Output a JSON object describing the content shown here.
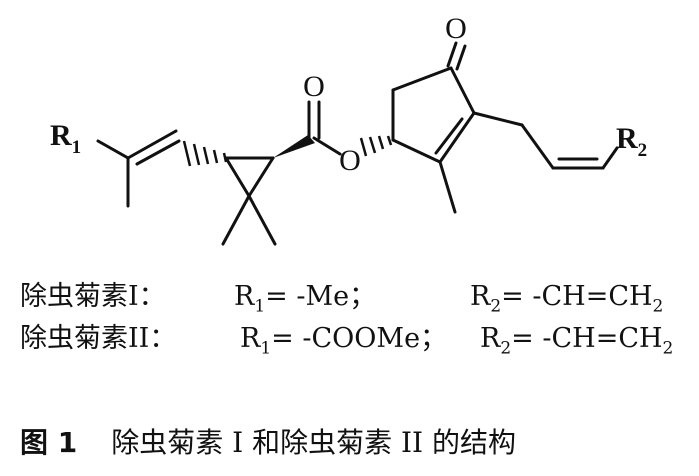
{
  "structure": {
    "atoms": {
      "ketone_o": "O",
      "ester_carbonyl_o": "O",
      "ester_o": "O",
      "r1_symbol": "R",
      "r1_sub": "1",
      "r2_symbol": "R",
      "r2_sub": "2"
    }
  },
  "legend": [
    {
      "name": "除虫菊素I：",
      "r1_prefix": "R",
      "r1_sub": "1",
      "r1_value": "= -Me；",
      "r2_prefix": "R",
      "r2_sub": "2",
      "r2_value": "= -CH=CH",
      "r2_tail_sub": "2"
    },
    {
      "name": "除虫菊素II：",
      "r1_prefix": "R",
      "r1_sub": "1",
      "r1_value": "= -COOMe；",
      "r2_prefix": "R",
      "r2_sub": "2",
      "r2_value": "= -CH=CH",
      "r2_tail_sub": "2"
    }
  ],
  "caption": {
    "label": "图 1",
    "text": "除虫菊素 I 和除虫菊素 II 的结构"
  }
}
